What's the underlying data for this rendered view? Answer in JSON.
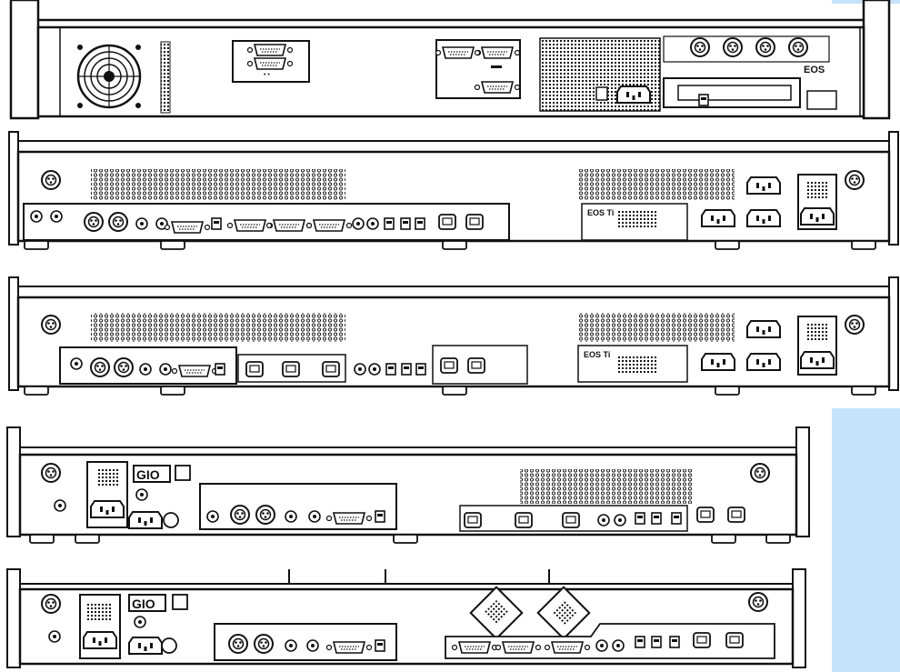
{
  "panels": [
    {
      "id": "panel-1",
      "labels": {
        "brand": "EOS",
        "plate": ""
      }
    },
    {
      "id": "panel-2",
      "labels": {
        "brand": "",
        "plate": "EOS Ti"
      }
    },
    {
      "id": "panel-3",
      "labels": {
        "brand": "",
        "plate": "EOS Ti"
      }
    },
    {
      "id": "panel-4",
      "labels": {
        "brand": "GIO",
        "plate": ""
      }
    },
    {
      "id": "panel-5",
      "labels": {
        "brand": "GIO",
        "plate": ""
      }
    }
  ],
  "colors": {
    "line": "#111111",
    "accent_sidebar": "#c5e3fb",
    "background": "#ffffff"
  },
  "icons": [
    "fan-icon",
    "xlr-connector-icon",
    "ethernet-icon",
    "usb-icon",
    "power-inlet-icon",
    "dmx-port-icon",
    "vga-port-icon"
  ]
}
